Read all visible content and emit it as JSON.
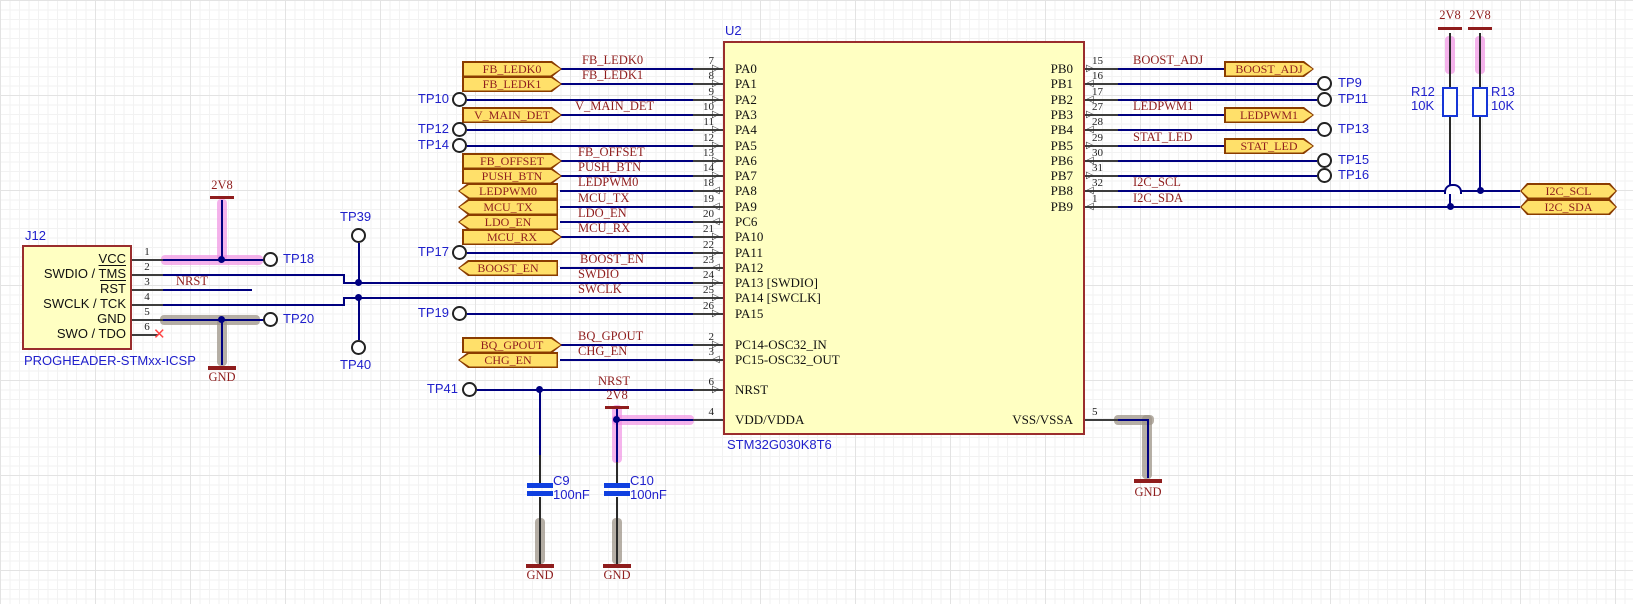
{
  "mcu": {
    "designator": "U2",
    "part": "STM32G030K8T6",
    "pins_left": [
      {
        "num": "7",
        "name": "PA0"
      },
      {
        "num": "8",
        "name": "PA1"
      },
      {
        "num": "9",
        "name": "PA2"
      },
      {
        "num": "10",
        "name": "PA3"
      },
      {
        "num": "11",
        "name": "PA4"
      },
      {
        "num": "12",
        "name": "PA5"
      },
      {
        "num": "13",
        "name": "PA6"
      },
      {
        "num": "14",
        "name": "PA7"
      },
      {
        "num": "18",
        "name": "PA8"
      },
      {
        "num": "19",
        "name": "PA9"
      },
      {
        "num": "20",
        "name": "PC6"
      },
      {
        "num": "21",
        "name": "PA10"
      },
      {
        "num": "22",
        "name": "PA11"
      },
      {
        "num": "23",
        "name": "PA12"
      },
      {
        "num": "24",
        "name": "PA13 [SWDIO]"
      },
      {
        "num": "25",
        "name": "PA14 [SWCLK]"
      },
      {
        "num": "26",
        "name": "PA15"
      },
      {
        "num": "2",
        "name": "PC14-OSC32_IN"
      },
      {
        "num": "3",
        "name": "PC15-OSC32_OUT"
      },
      {
        "num": "6",
        "name": "NRST"
      },
      {
        "num": "4",
        "name": "VDD/VDDA"
      }
    ],
    "pins_right": [
      {
        "num": "15",
        "name": "PB0"
      },
      {
        "num": "16",
        "name": "PB1"
      },
      {
        "num": "17",
        "name": "PB2"
      },
      {
        "num": "27",
        "name": "PB3"
      },
      {
        "num": "28",
        "name": "PB4"
      },
      {
        "num": "29",
        "name": "PB5"
      },
      {
        "num": "30",
        "name": "PB6"
      },
      {
        "num": "31",
        "name": "PB7"
      },
      {
        "num": "32",
        "name": "PB8"
      },
      {
        "num": "1",
        "name": "PB9"
      },
      {
        "num": "5",
        "name": "VSS/VSSA"
      }
    ]
  },
  "connector": {
    "designator": "J12",
    "part": "PROGHEADER-STMxx-ICSP",
    "pins": [
      {
        "num": "1",
        "pre": "VCC",
        "bar": ""
      },
      {
        "num": "2",
        "pre": "SWDIO / ",
        "bar": "TMS"
      },
      {
        "num": "3",
        "pre": "",
        "bar": "RST"
      },
      {
        "num": "4",
        "pre": "SWCLK / TCK",
        "bar": ""
      },
      {
        "num": "5",
        "pre": "GND",
        "bar": ""
      },
      {
        "num": "6",
        "pre": "SWO / TDO",
        "bar": ""
      }
    ]
  },
  "nets": {
    "fb_ledk0": "FB_LEDK0",
    "fb_ledk1": "FB_LEDK1",
    "v_main_det": "V_MAIN_DET",
    "fb_offset": "FB_OFFSET",
    "push_btn": "PUSH_BTN",
    "ledpwm0": "LEDPWM0",
    "mcu_tx": "MCU_TX",
    "ldo_en": "LDO_EN",
    "mcu_rx": "MCU_RX",
    "boost_en": "BOOST_EN",
    "swdio": "SWDIO",
    "swclk": "SWCLK",
    "bq_gpout": "BQ_GPOUT",
    "chg_en": "CHG_EN",
    "nrst": "NRST",
    "boost_adj": "BOOST_ADJ",
    "ledpwm1": "LEDPWM1",
    "stat_led": "STAT_LED",
    "i2c_scl": "I2C_SCL",
    "i2c_sda": "I2C_SDA"
  },
  "power": {
    "v2v8": "2V8",
    "gnd": "GND"
  },
  "testpoints": {
    "tp9": "TP9",
    "tp10": "TP10",
    "tp11": "TP11",
    "tp12": "TP12",
    "tp13": "TP13",
    "tp14": "TP14",
    "tp15": "TP15",
    "tp16": "TP16",
    "tp17": "TP17",
    "tp18": "TP18",
    "tp19": "TP19",
    "tp20": "TP20",
    "tp39": "TP39",
    "tp40": "TP40",
    "tp41": "TP41"
  },
  "resistors": {
    "r12": {
      "ref": "R12",
      "value": "10K"
    },
    "r13": {
      "ref": "R13",
      "value": "10K"
    }
  },
  "capacitors": {
    "c9": {
      "ref": "C9",
      "value": "100nF"
    },
    "c10": {
      "ref": "C10",
      "value": "100nF"
    }
  },
  "colors": {
    "wire": "#000080",
    "net_text": "#8f1d1d",
    "designator": "#2020cc",
    "component_fill": "#ffffc2",
    "component_border": "#9a2d2d",
    "port_fill": "#ffe06a",
    "highlight_2v8": "#f08ae2",
    "highlight_gnd": "#9e9488"
  }
}
